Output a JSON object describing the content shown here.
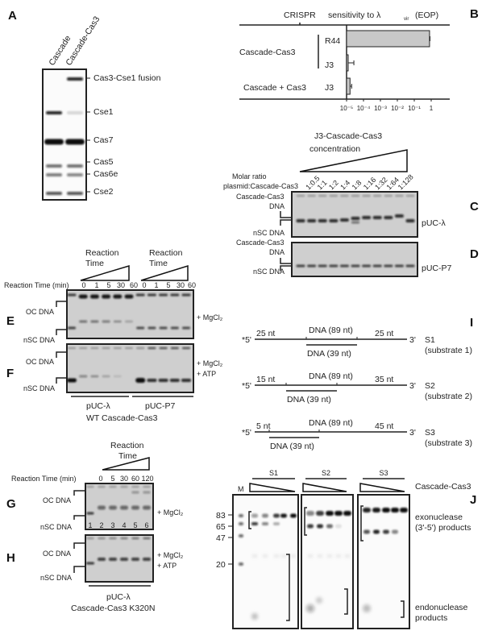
{
  "panel_labels": {
    "A": "A",
    "B": "B",
    "C": "C",
    "D": "D",
    "E": "E",
    "F": "F",
    "G": "G",
    "H": "H",
    "I": "I",
    "J": "J"
  },
  "panelA": {
    "lanes": [
      "Cascade",
      "Cascade-Cas3"
    ],
    "bands": [
      "Cas3-Cse1 fusion",
      "Cse1",
      "Cas7",
      "Cas5",
      "Cas6e",
      "Cse2"
    ]
  },
  "panelB": {
    "col_crispr": "CRISPR",
    "col_sensitivity": "sensitivity to λ",
    "col_sub": "vir",
    "col_unit": "(EOP)",
    "group1": "Cascade-Cas3",
    "group2": "Cascade + Cas3",
    "rows": [
      "R44",
      "J3",
      "J3"
    ],
    "ticks": [
      "10⁻⁵",
      "10⁻⁴",
      "10⁻³",
      "10⁻²",
      "10⁻¹",
      "1"
    ]
  },
  "chart_data": {
    "type": "bar",
    "orientation": "horizontal",
    "categories": [
      "Cascade-Cas3 R44",
      "Cascade-Cas3 J3",
      "Cascade + Cas3 J3"
    ],
    "values": [
      0.8,
      1.2e-05,
      1.6e-05
    ],
    "errors": [
      0.05,
      1.5e-05,
      4e-06
    ],
    "xlabel": "sensitivity to λvir (EOP)",
    "xscale": "log",
    "xlim": [
      1e-05,
      10
    ],
    "bar_color": "#c8c8c8"
  },
  "panelC": {
    "title1": "J3-Cascade-Cas3",
    "title2": "concentration",
    "ratio_label1": "Molar ratio",
    "ratio_label2": "plasmid:Cascade-Cas3",
    "ratios": [
      "1:0.5",
      "1:1",
      "1:2",
      "1:4",
      "1:8",
      "1:16",
      "1:32",
      "1:64",
      "1:128"
    ],
    "top_label1": "Cascade-Cas3",
    "top_label2": "DNA",
    "bottom_label": "nSC DNA",
    "plasmid": "pUC-λ"
  },
  "panelD": {
    "top_label1": "Cascade-Cas3",
    "top_label2": "DNA",
    "bottom_label": "nSC DNA",
    "plasmid": "pUC-P7"
  },
  "panelEF": {
    "header1": "Reaction",
    "header2": "Time",
    "time_label": "Reaction Time (min)",
    "times": [
      "0",
      "1",
      "5",
      "30",
      "60",
      "0",
      "1",
      "5",
      "30",
      "60"
    ],
    "oc": "OC DNA",
    "nsc": "nSC DNA",
    "cond_E": "+ MgCl₂",
    "cond_F1": "+ MgCl₂",
    "cond_F2": "+ ATP",
    "plasmid1": "pUC-λ",
    "plasmid2": "pUC-P7",
    "protein": "WT Cascade-Cas3"
  },
  "panelGH": {
    "header1": "Reaction",
    "header2": "Time",
    "time_label": "Reaction Time (min)",
    "times": [
      "0",
      "5",
      "30",
      "60",
      "120"
    ],
    "lanes": [
      "1",
      "2",
      "3",
      "4",
      "5",
      "6"
    ],
    "oc": "OC DNA",
    "nsc": "nSC DNA",
    "cond_G": "+ MgCl₂",
    "cond_H1": "+ MgCl₂",
    "cond_H2": "+ ATP",
    "plasmid": "pUC-λ",
    "protein": "Cascade-Cas3 K320N"
  },
  "panelI": {
    "substrates": [
      {
        "left": "25 nt",
        "mid": "DNA (89 nt)",
        "right": "25 nt",
        "comp": "DNA (39 nt)",
        "name": "S1",
        "desc": "(substrate 1)"
      },
      {
        "left": "15 nt",
        "mid": "DNA (89 nt)",
        "right": "35 nt",
        "comp": "DNA (39 nt)",
        "name": "S2",
        "desc": "(substrate 2)"
      },
      {
        "left": "5 nt",
        "mid": "DNA (89 nt)",
        "right": "45 nt",
        "comp": "DNA (39 nt)",
        "name": "S3",
        "desc": "(substrate 3)"
      }
    ],
    "five_prime": "*5'",
    "three_prime": "3'"
  },
  "panelJ": {
    "groups": [
      "S1",
      "S2",
      "S3"
    ],
    "marker": "M",
    "protein": "Cascade-Cas3",
    "markers": [
      "83",
      "65",
      "47",
      "20"
    ],
    "exo1": "exonuclease",
    "exo2": "(3'-5') products",
    "endo1": "endonuclease",
    "endo2": "products"
  }
}
